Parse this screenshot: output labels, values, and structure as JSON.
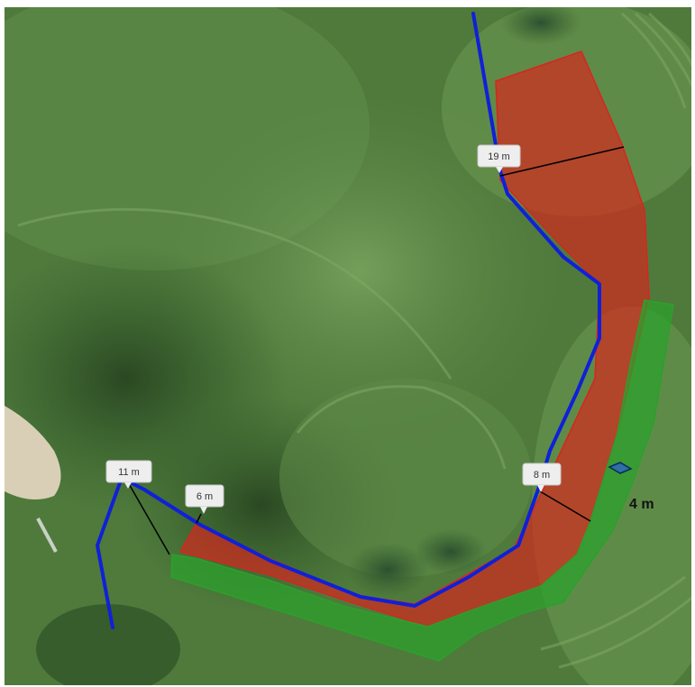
{
  "map": {
    "imagery": "aerial-satellite",
    "colors": {
      "grass_base": "#4f7a3c",
      "grass_dark": "#2f5a28",
      "grass_light": "#6f9a55",
      "pond_dark": "#1e3a2a",
      "sand": "#d9cfb6",
      "stream_line": "#1020d8",
      "red_zone": "#d8251e",
      "green_buffer": "#2ca02c",
      "measure_line": "#000000"
    },
    "labels": {
      "m19": "19 m",
      "m11": "11 m",
      "m6": "6 m",
      "m8": "8 m"
    },
    "buffer_width_label": "4 m",
    "icons": {
      "width_marker": "diamond-marker-icon"
    }
  }
}
